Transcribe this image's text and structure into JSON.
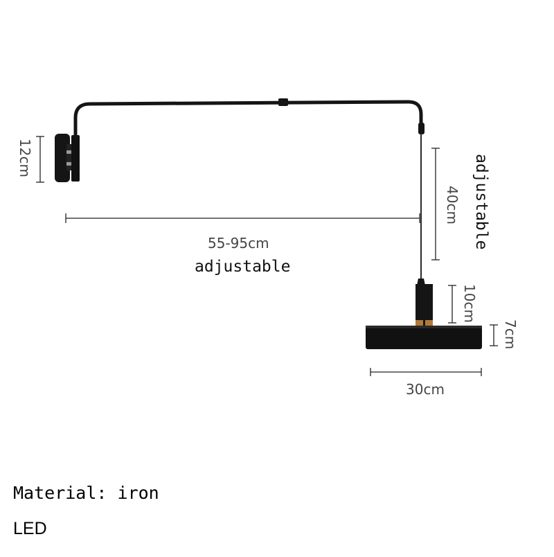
{
  "diagram": {
    "subject": "Swing-arm wall lamp with pendant shade",
    "dimensions": {
      "mount_height": "12cm",
      "arm_length": "55-95cm",
      "arm_note": "adjustable",
      "drop_length": "40cm",
      "drop_note": "adjustable",
      "socket_height": "10cm",
      "shade_height": "7cm",
      "shade_diameter": "30cm"
    },
    "specs": {
      "material": "Material: iron",
      "light_source": "LED"
    },
    "colors": {
      "lamp_body": "#111111",
      "accent_ring": "#b07a3a",
      "dimension_lines": "#222222",
      "text": "#333333",
      "background": "#ffffff"
    }
  }
}
